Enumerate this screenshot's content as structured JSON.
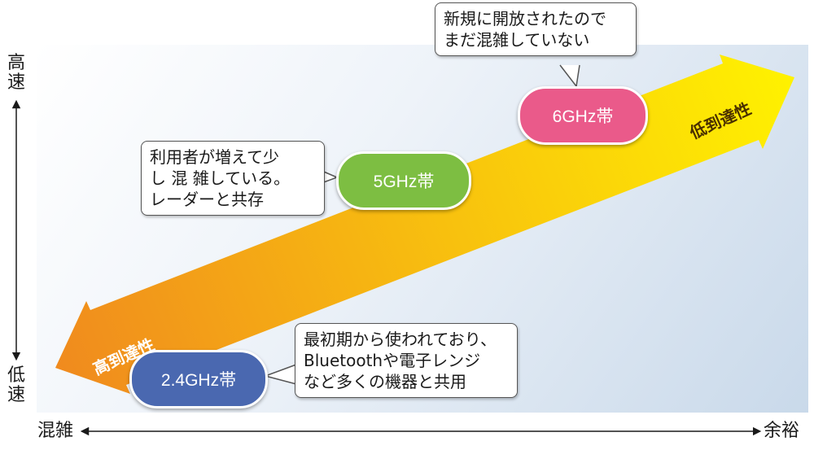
{
  "axes": {
    "y_top": "高速",
    "y_bottom": "低速",
    "x_left": "混雑",
    "x_right": "余裕"
  },
  "arrow": {
    "label_right": "低到達性",
    "label_left": "高到達性",
    "color_start": "#f08a1e",
    "color_end": "#fff200"
  },
  "bands": [
    {
      "label": "6GHz帯",
      "color": "#ea5a8a"
    },
    {
      "label": "5GHz帯",
      "color": "#7dbe42"
    },
    {
      "label": "2.4GHz帯",
      "color": "#4a68b0"
    }
  ],
  "callouts": {
    "band_6": [
      "新規に開放されたので",
      "まだ混雑していない"
    ],
    "band_5": [
      "利用者が増えて少",
      "し 混 雑している。",
      "レーダーと共存"
    ],
    "band_24": [
      "最初期から使われており、",
      "Bluetoothや電子レンジ",
      "など多くの機器と共用"
    ]
  }
}
